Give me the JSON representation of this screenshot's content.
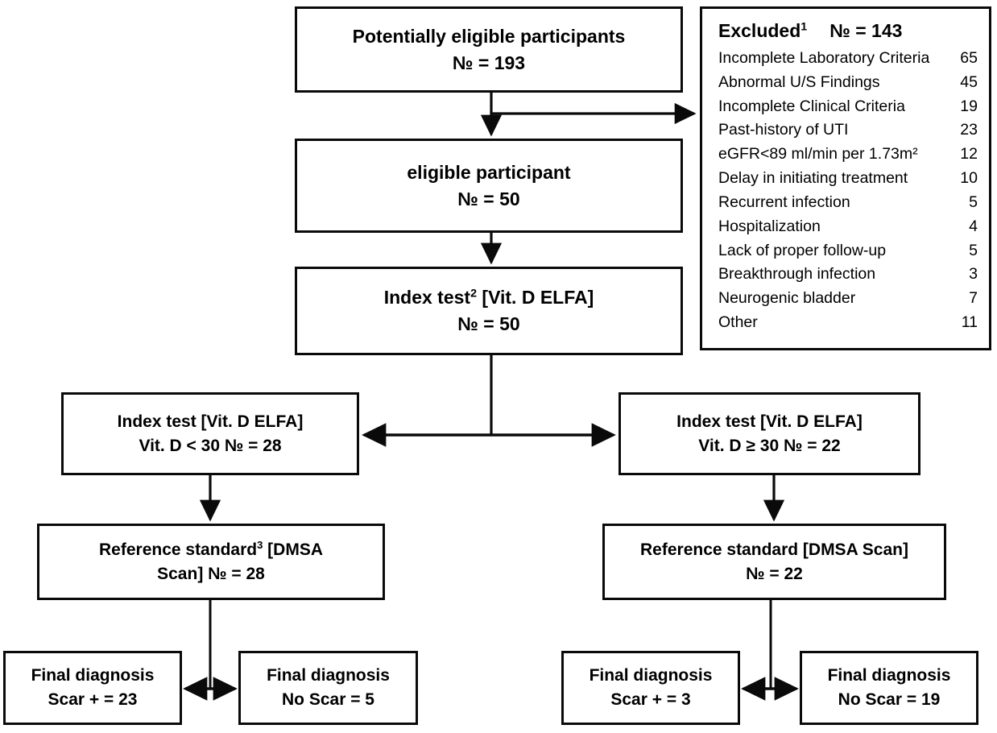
{
  "diagram": {
    "title": "STARD participant flow diagram",
    "colors": {
      "stroke": "#0a0a0a",
      "background": "#ffffff",
      "text": "#000000"
    },
    "nodes": {
      "potentially_eligible": {
        "line1": "Potentially eligible participants",
        "line2": "№ = 193"
      },
      "eligible": {
        "line1": "eligible participant",
        "line2": "№ = 50"
      },
      "index_test": {
        "line1_pre": "Index test",
        "line1_sup": "2",
        "line1_post": " [Vit. D ELFA]",
        "line2": "№ = 50"
      },
      "index_test_left": {
        "line1": "Index test [Vit. D ELFA]",
        "line2": "Vit. D < 30  № = 28"
      },
      "index_test_right": {
        "line1": "Index test [Vit. D ELFA]",
        "line2": "Vit. D ≥ 30  № = 22"
      },
      "reference_left": {
        "line1_pre": "Reference standard",
        "line1_sup": "3",
        "line1_post": " [DMSA",
        "line2": "Scan] № = 28"
      },
      "reference_right": {
        "line1": "Reference standard [DMSA Scan]",
        "line2": "№ = 22"
      },
      "final_scar_left": {
        "line1": "Final diagnosis",
        "line2": "Scar + = 23"
      },
      "final_noscar_left": {
        "line1": "Final diagnosis",
        "line2": "No Scar = 5"
      },
      "final_scar_right": {
        "line1": "Final diagnosis",
        "line2": "Scar + = 3"
      },
      "final_noscar_right": {
        "line1": "Final diagnosis",
        "line2": "No Scar = 19"
      }
    },
    "excluded": {
      "label": "Excluded",
      "label_sup": "1",
      "total_label": "№ = 143",
      "rows": [
        {
          "reason": "Incomplete Laboratory Criteria",
          "count": "65"
        },
        {
          "reason": "Abnormal U/S Findings",
          "count": "45"
        },
        {
          "reason": "Incomplete Clinical Criteria",
          "count": "19"
        },
        {
          "reason": "Past-history of UTI",
          "count": "23"
        },
        {
          "reason": "eGFR<89 ml/min per 1.73m²",
          "count": "12"
        },
        {
          "reason": "Delay in initiating treatment",
          "count": "10"
        },
        {
          "reason": "Recurrent infection",
          "count": "5"
        },
        {
          "reason": "Hospitalization",
          "count": "4"
        },
        {
          "reason": "Lack of proper follow-up",
          "count": "5"
        },
        {
          "reason": "Breakthrough infection",
          "count": "3"
        },
        {
          "reason": "Neurogenic bladder",
          "count": "7"
        },
        {
          "reason": "Other",
          "count": "11"
        }
      ]
    }
  }
}
